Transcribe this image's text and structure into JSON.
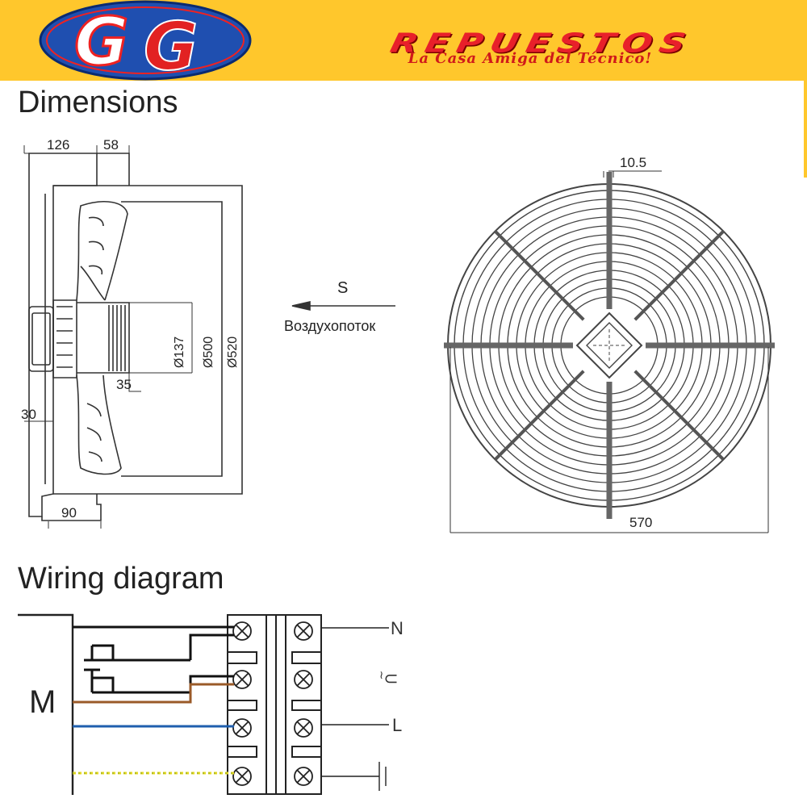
{
  "header": {
    "brand_name": "REPUESTOS",
    "tagline": "La Casa Amiga del Técnico!",
    "logo_letters": "GG",
    "colors": {
      "banner": "#ffc72c",
      "brand_red": "#e8202a",
      "logo_blue": "#1f4fb0"
    }
  },
  "sections": {
    "dimensions_title": "Dimensions",
    "wiring_title": "Wiring diagram"
  },
  "side_view": {
    "dim_126": "126",
    "dim_58": "58",
    "dim_137": "Ø137",
    "dim_500": "Ø500",
    "dim_520": "Ø520",
    "dim_35": "35",
    "dim_30": "30",
    "dim_90": "90"
  },
  "airflow": {
    "letter": "S",
    "label": "Воздухопоток"
  },
  "front_view": {
    "dim_bolt": "10.5",
    "dim_width": "570"
  },
  "wiring": {
    "motor": "M",
    "terminals": [
      "N",
      "⊂",
      "L",
      ""
    ],
    "wire_colors": {
      "brown": "#9a5a28",
      "blue": "#1f5fae",
      "yellow_green": "#e6d820"
    }
  }
}
